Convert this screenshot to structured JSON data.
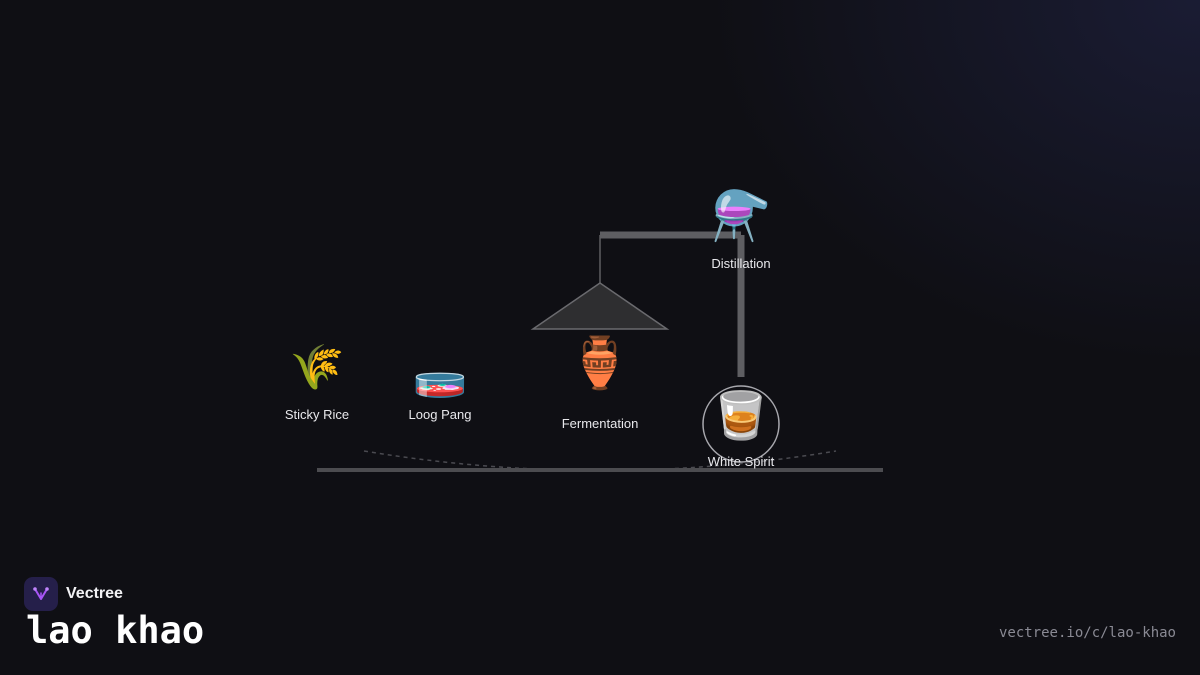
{
  "diagram": {
    "nodes": {
      "sticky_rice": {
        "icon": "🌾",
        "icon_name": "wheat-sheaf-icon",
        "label": "Sticky Rice"
      },
      "loog_pang": {
        "icon": "🧫",
        "icon_name": "petri-dish-icon",
        "label": "Loog Pang"
      },
      "fermentation": {
        "icon": "🏺",
        "icon_name": "amphora-icon",
        "label": "Fermentation"
      },
      "distillation": {
        "icon": "⚗️",
        "icon_name": "alembic-icon",
        "label": "Distillation"
      },
      "white_spirit": {
        "icon": "🥃",
        "icon_name": "tumbler-glass-icon",
        "label": "White Spirit"
      }
    }
  },
  "branding": {
    "name": "Vectree",
    "title": "lao khao",
    "url": "vectree.io/c/lao-khao"
  },
  "colors": {
    "background": "#0f0f14",
    "line": "#5a5a5e",
    "text": "#e8e8ec",
    "accent": "#a855f7"
  }
}
